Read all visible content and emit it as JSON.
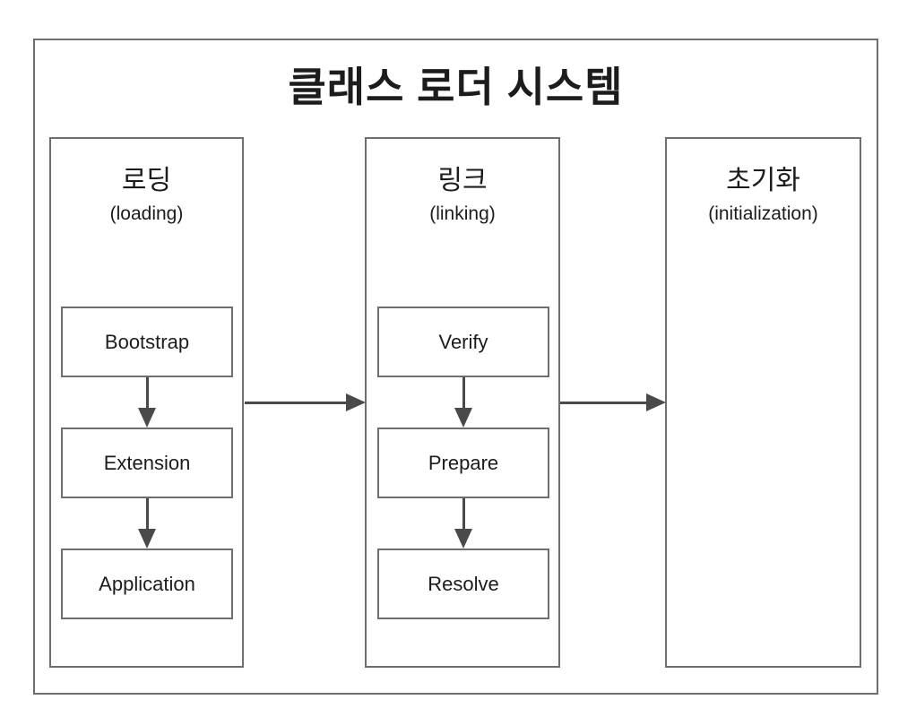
{
  "title": "클래스 로더 시스템",
  "columns": [
    {
      "id": "loading",
      "title_kr": "로딩",
      "subtitle_en": "(loading)",
      "steps": [
        "Bootstrap",
        "Extension",
        "Application"
      ]
    },
    {
      "id": "linking",
      "title_kr": "링크",
      "subtitle_en": "(linking)",
      "steps": [
        "Verify",
        "Prepare",
        "Resolve"
      ]
    },
    {
      "id": "initialization",
      "title_kr": "초기화",
      "subtitle_en": "(initialization)",
      "steps": []
    }
  ],
  "colors": {
    "border": "#6e6e6e",
    "arrow": "#4a4a4a",
    "text": "#1c1c1c",
    "background": "#ffffff"
  }
}
